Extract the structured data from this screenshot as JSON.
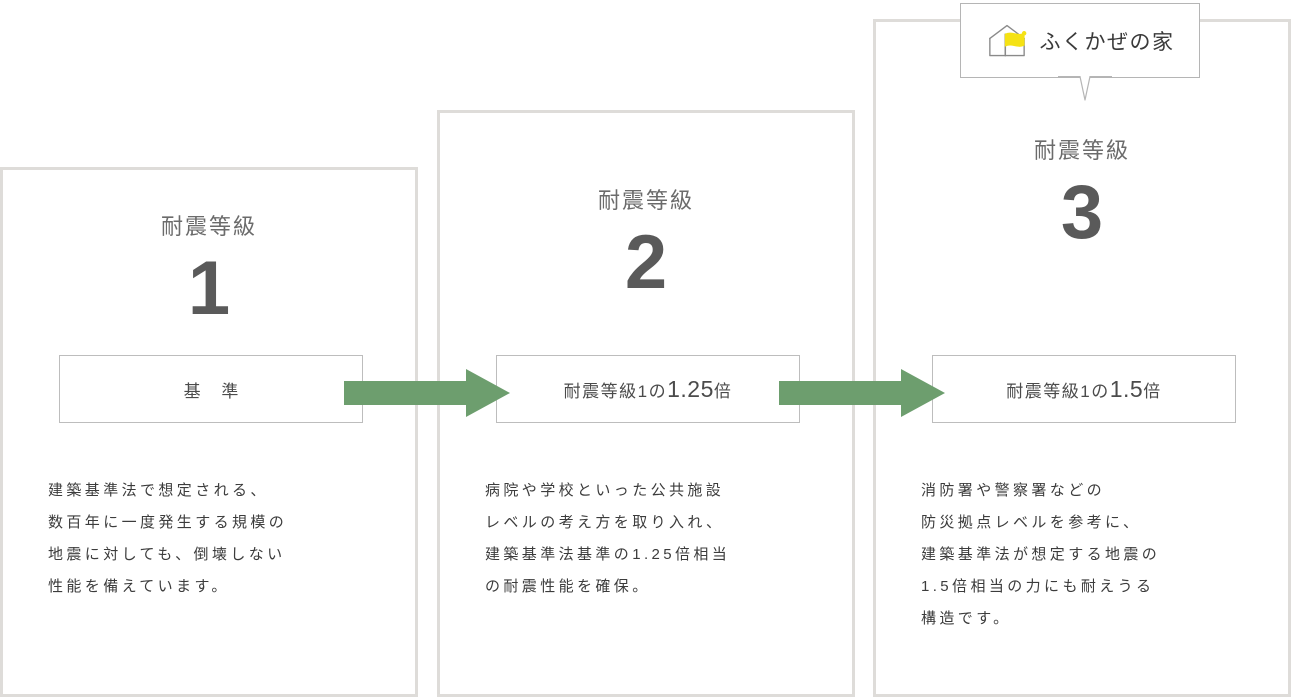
{
  "colors": {
    "arrow_green": "#6d9e6e",
    "card_border": "#dedcd9",
    "label_border": "#bdbdbd",
    "heading_gray": "#6b6b6b",
    "grade_gray": "#5a5a5a",
    "body_gray": "#3c3c3c",
    "logo_flag_yellow": "#f5e214",
    "logo_outline": "#8a8a8a",
    "tooltip_border": "#b5b5b5"
  },
  "badge": {
    "label": "ふくかぜの家",
    "logo_icon": "house-with-flag-icon",
    "tail_icon": "tooltip-tail-icon"
  },
  "cards": [
    {
      "heading": "耐震等級",
      "grade": "1",
      "label_prefix": "",
      "label_emphasis": "基 準",
      "label_suffix": "",
      "body": "建築基準法で想定される、\n数百年に一度発生する規模の\n地震に対しても、倒壊しない\n性能を備えています。"
    },
    {
      "heading": "耐震等級",
      "grade": "2",
      "label_prefix": "耐震等級1の",
      "label_emphasis": "1.25",
      "label_suffix": "倍",
      "body": "病院や学校といった公共施設\nレベルの考え方を取り入れ、\n建築基準法基準の1.25倍相当\nの耐震性能を確保。"
    },
    {
      "heading": "耐震等級",
      "grade": "3",
      "label_prefix": "耐震等級1の",
      "label_emphasis": "1.5",
      "label_suffix": "倍",
      "body": "消防署や警察署などの\n防災拠点レベルを参考に、\n建築基準法が想定する地震の\n1.5倍相当の力にも耐えうる\n構造です。"
    }
  ],
  "arrows": [
    {
      "name": "arrow-grade1-to-grade2"
    },
    {
      "name": "arrow-grade2-to-grade3"
    }
  ]
}
